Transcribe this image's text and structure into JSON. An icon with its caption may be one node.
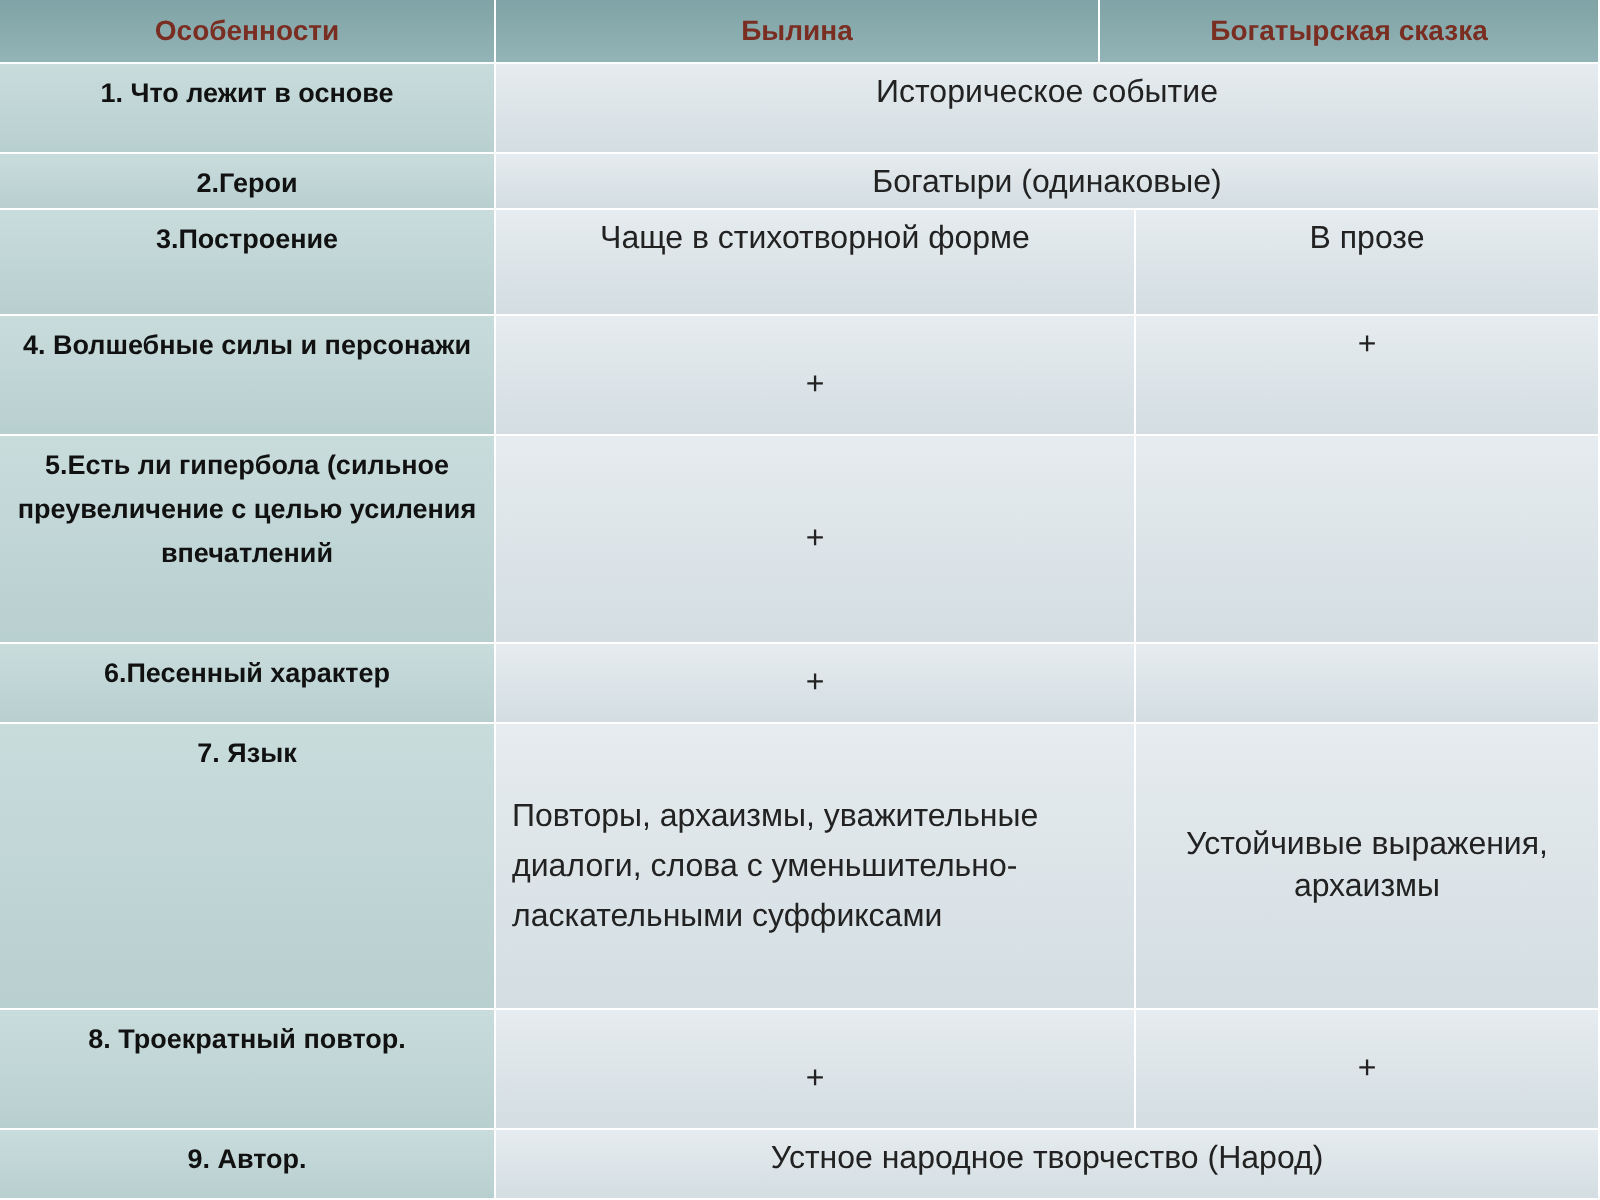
{
  "diagram": {
    "labels": [
      "Особенности",
      "Былина",
      "Богатырская сказка",
      "1. Что лежит в основе",
      "Историческое событие",
      "2.Герои",
      "Богатыри (одинаковые)",
      "3.Построение",
      "Чаще в стихотворной форме",
      "В прозе",
      "4. Волшебные силы и персонажи",
      "+",
      "+",
      "5.Есть ли гипербола (сильное преувеличение с целью усиления впечатлений",
      "+",
      "6.Песенный характер",
      "+",
      "7. Язык",
      "Повторы, архаизмы, уважительные диалоги, слова с уменьшительно-ласкательными суффиксами",
      "Устойчивые выражения, архаизмы",
      "8. Троекратный повтор.",
      "+",
      "+",
      "9. Автор.",
      "Устное народное творчество (Народ)"
    ]
  }
}
